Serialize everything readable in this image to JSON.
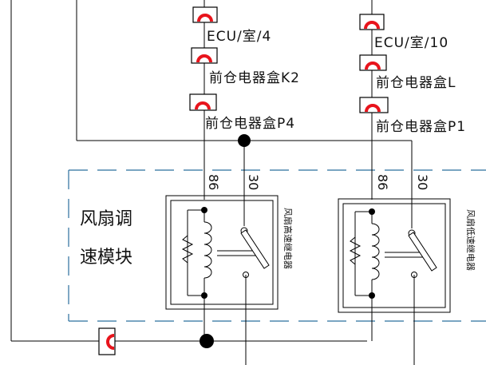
{
  "labels": {
    "left_ecu": "ECU/室/4",
    "left_k": "前仓电器盒K2",
    "left_p": "前仓电器盒P4",
    "right_ecu": "ECU/室/10",
    "right_l": "前仓电器盒L",
    "right_p": "前仓电器盒P1"
  },
  "module": {
    "line1": "风扇调",
    "line2": "速模块"
  },
  "relays": {
    "left": {
      "pin86": "86",
      "pin30": "30",
      "name": "风扇高速继电器"
    },
    "right": {
      "pin86": "86",
      "pin30": "30",
      "name": "风扇低速继电器"
    }
  },
  "colors": {
    "connector": "#e8141c",
    "module_border": "#2b6f9e"
  }
}
